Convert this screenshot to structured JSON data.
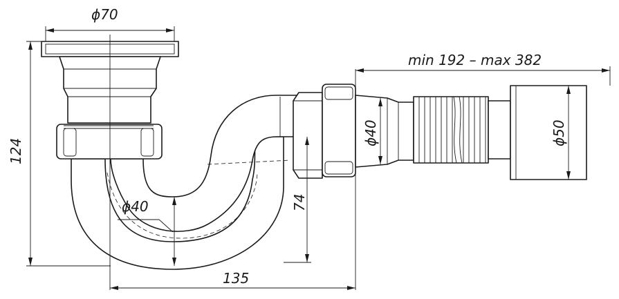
{
  "dimensions": {
    "top_diameter": "ϕ70",
    "total_height": "124",
    "elbow_diameter": "ϕ40",
    "drop_height": "74",
    "horizontal_length": "135",
    "hose_length": "min 192 – max 382",
    "outlet_diameter": "ϕ50",
    "inlet_diameter": "ϕ40"
  },
  "colors": {
    "stroke": "#1a1a1a",
    "background": "#ffffff"
  }
}
